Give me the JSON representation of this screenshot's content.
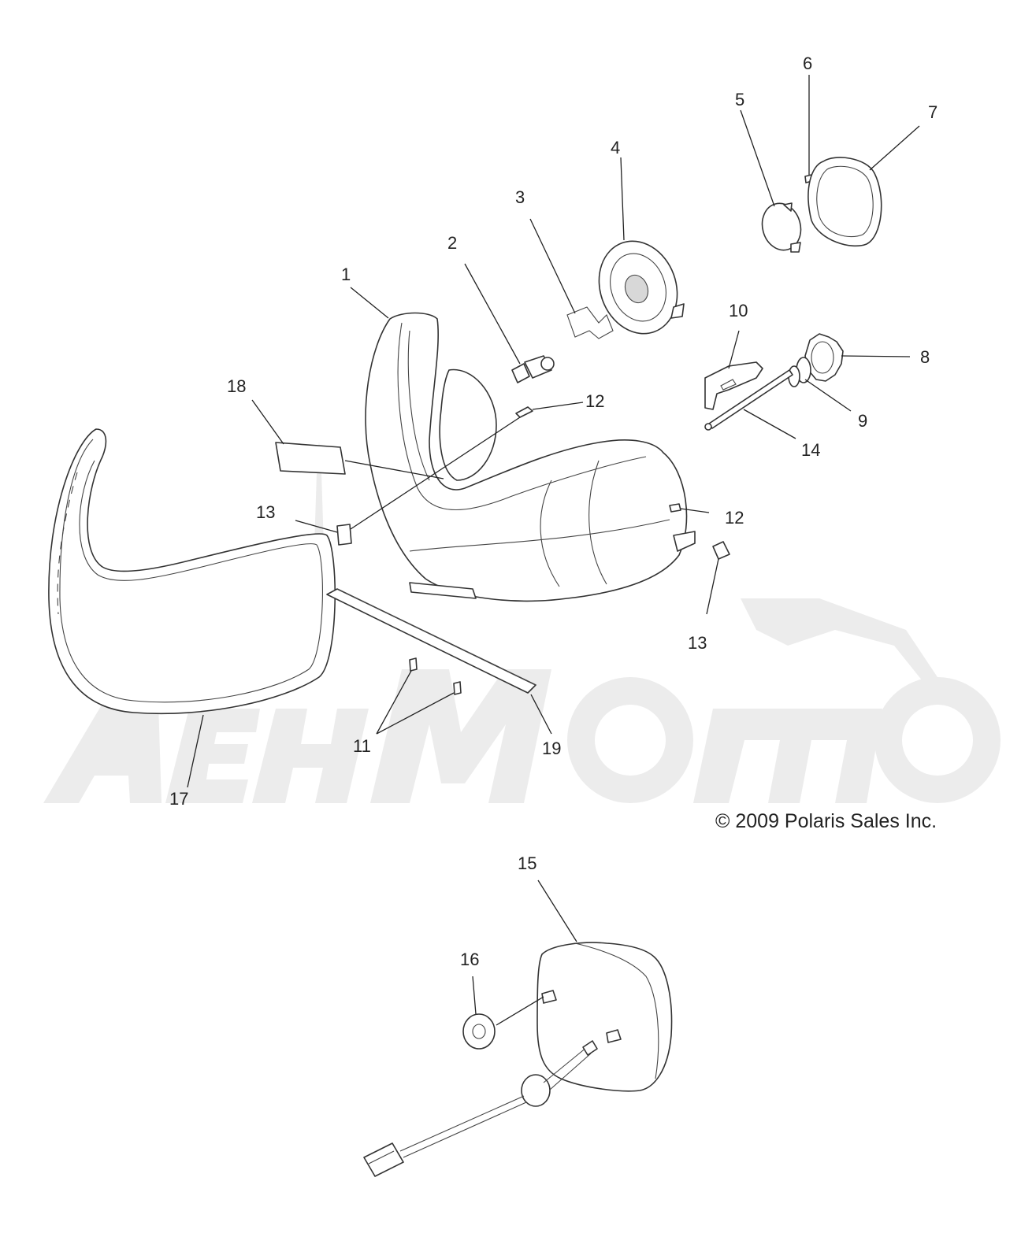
{
  "copyright": "© 2009 Polaris Sales Inc.",
  "watermark": "AвтоМото",
  "callouts": [
    "1",
    "2",
    "3",
    "4",
    "5",
    "6",
    "7",
    "8",
    "9",
    "10",
    "11",
    "12",
    "12",
    "13",
    "13",
    "14",
    "15",
    "16",
    "17",
    "18",
    "19"
  ],
  "colors": {
    "line": "#222222",
    "watermark": "#ececec",
    "background": "#ffffff"
  }
}
